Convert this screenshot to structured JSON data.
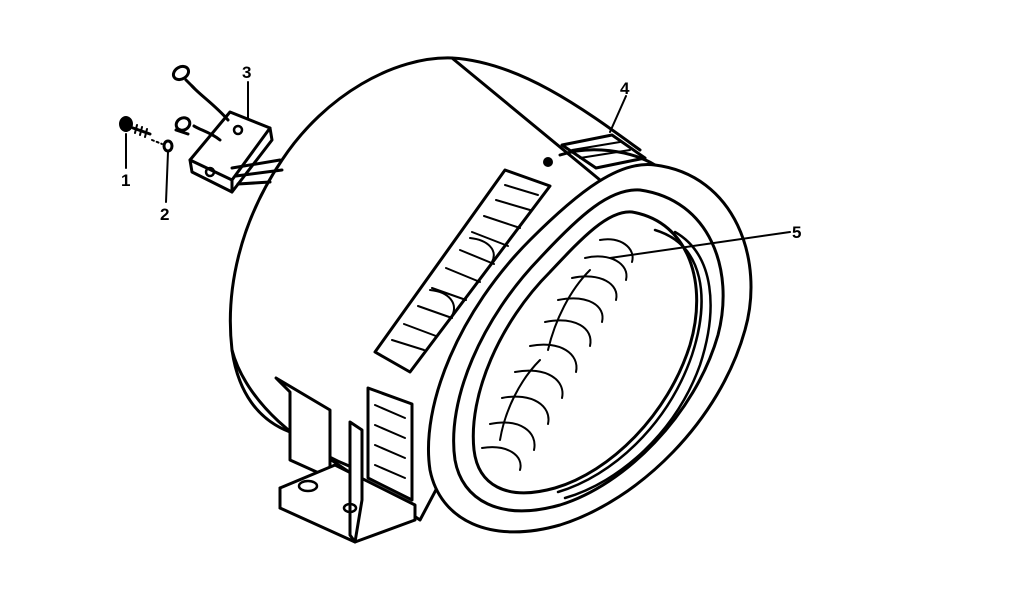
{
  "figure": {
    "callouts": [
      {
        "id": "callout-1",
        "text": "1"
      },
      {
        "id": "callout-2",
        "text": "2"
      },
      {
        "id": "callout-3",
        "text": "3"
      },
      {
        "id": "callout-4",
        "text": "4"
      },
      {
        "id": "callout-5",
        "text": "5"
      }
    ]
  },
  "colors": {
    "ink": "#000000",
    "paper": "#ffffff"
  }
}
